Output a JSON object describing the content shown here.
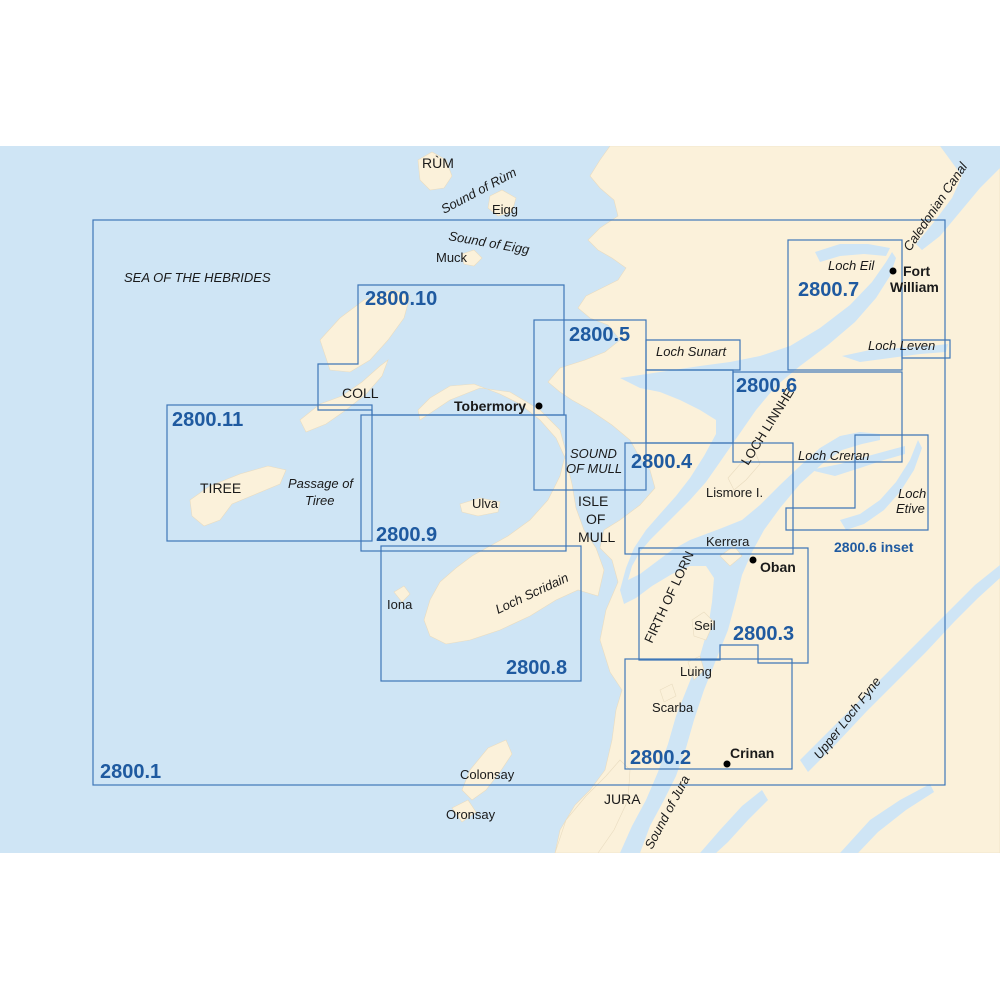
{
  "colors": {
    "sea": "#cfe5f5",
    "land": "#fbf1da",
    "chart_outline": "#3f77b8",
    "chart_label": "#1f5aa0"
  },
  "seas": {
    "hebrides": "SEA OF THE HEBRIDES",
    "sound_of_rum": "Sound of Rùm",
    "sound_of_eigg": "Sound of Eigg",
    "passage_of_tiree_1": "Passage of",
    "passage_of_tiree_2": "Tiree",
    "sound_of_mull_1": "SOUND",
    "sound_of_mull_2": "OF MULL",
    "loch_sunart": "Loch Sunart",
    "loch_eil": "Loch Eil",
    "loch_leven": "Loch Leven",
    "loch_linnhe": "LOCH LINNHE",
    "loch_creran": "Loch Creran",
    "loch_etive_1": "Loch",
    "loch_etive_2": "Etive",
    "loch_scridain": "Loch Scridain",
    "firth_of_lorn": "FIRTH OF LORN",
    "sound_of_jura": "Sound of Jura",
    "upper_loch_fyne": "Upper Loch Fyne",
    "caledonian_canal": "Caledonian Canal"
  },
  "places": {
    "rum": "RÙM",
    "eigg": "Eigg",
    "muck": "Muck",
    "coll": "COLL",
    "tiree": "TIREE",
    "ulva": "Ulva",
    "isle_of_mull_1": "ISLE",
    "isle_of_mull_2": "OF",
    "isle_of_mull_3": "MULL",
    "iona": "Iona",
    "lismore": "Lismore I.",
    "kerrera": "Kerrera",
    "seil": "Seil",
    "luing": "Luing",
    "scarba": "Scarba",
    "colonsay": "Colonsay",
    "oronsay": "Oronsay",
    "jura": "JURA"
  },
  "towns": {
    "tobermory": "Tobermory",
    "fort_william_1": "Fort",
    "fort_william_2": "William",
    "oban": "Oban",
    "crinan": "Crinan"
  },
  "charts": {
    "c1": "2800.1",
    "c2": "2800.2",
    "c3": "2800.3",
    "c4": "2800.4",
    "c5": "2800.5",
    "c6": "2800.6",
    "c6_inset": "2800.6 inset",
    "c7": "2800.7",
    "c8": "2800.8",
    "c9": "2800.9",
    "c10": "2800.10",
    "c11": "2800.11"
  }
}
